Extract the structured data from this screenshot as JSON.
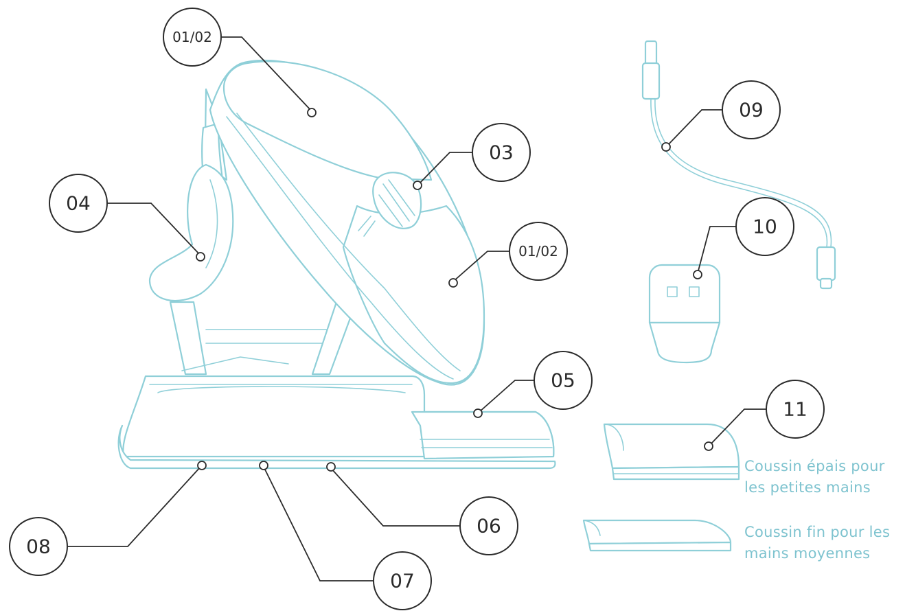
{
  "callouts": [
    {
      "id": "01-02-top",
      "label": "01/02"
    },
    {
      "id": "03",
      "label": "03"
    },
    {
      "id": "01-02-side",
      "label": "01/02"
    },
    {
      "id": "04",
      "label": "04"
    },
    {
      "id": "05",
      "label": "05"
    },
    {
      "id": "06",
      "label": "06"
    },
    {
      "id": "07",
      "label": "07"
    },
    {
      "id": "08",
      "label": "08"
    },
    {
      "id": "09",
      "label": "09"
    },
    {
      "id": "10",
      "label": "10"
    },
    {
      "id": "11",
      "label": "11"
    }
  ],
  "captions": {
    "thick_cushion": {
      "line1": "Coussin épais pour",
      "line2": "les petites mains"
    },
    "thin_cushion": {
      "line1": "Coussin fin pour les",
      "line2": "mains moyennes"
    }
  },
  "colors": {
    "outline": "#8fcfd8",
    "ink": "#2b2b2b",
    "caption": "#7ec3cf"
  }
}
